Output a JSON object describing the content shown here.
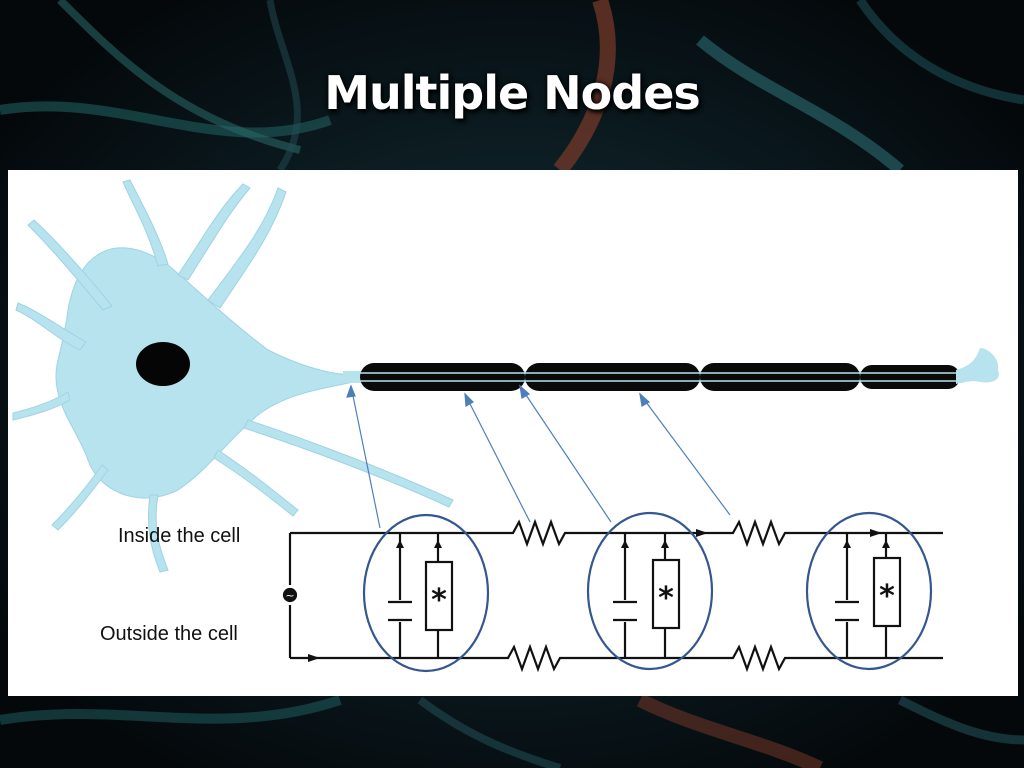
{
  "slide": {
    "title": "Multiple Nodes"
  },
  "diagram": {
    "inside_label": "Inside the cell",
    "outside_label": "Outside the cell",
    "source_symbol": "~",
    "element_symbol": "*",
    "colors": {
      "neuron_body": "#b7e3ef",
      "myelin": "#0a0a0a",
      "nucleus": "#050505",
      "pointer_arrows": "#4f7fb9",
      "node_circles": "#34578f",
      "circuit_wire": "#111111"
    }
  }
}
